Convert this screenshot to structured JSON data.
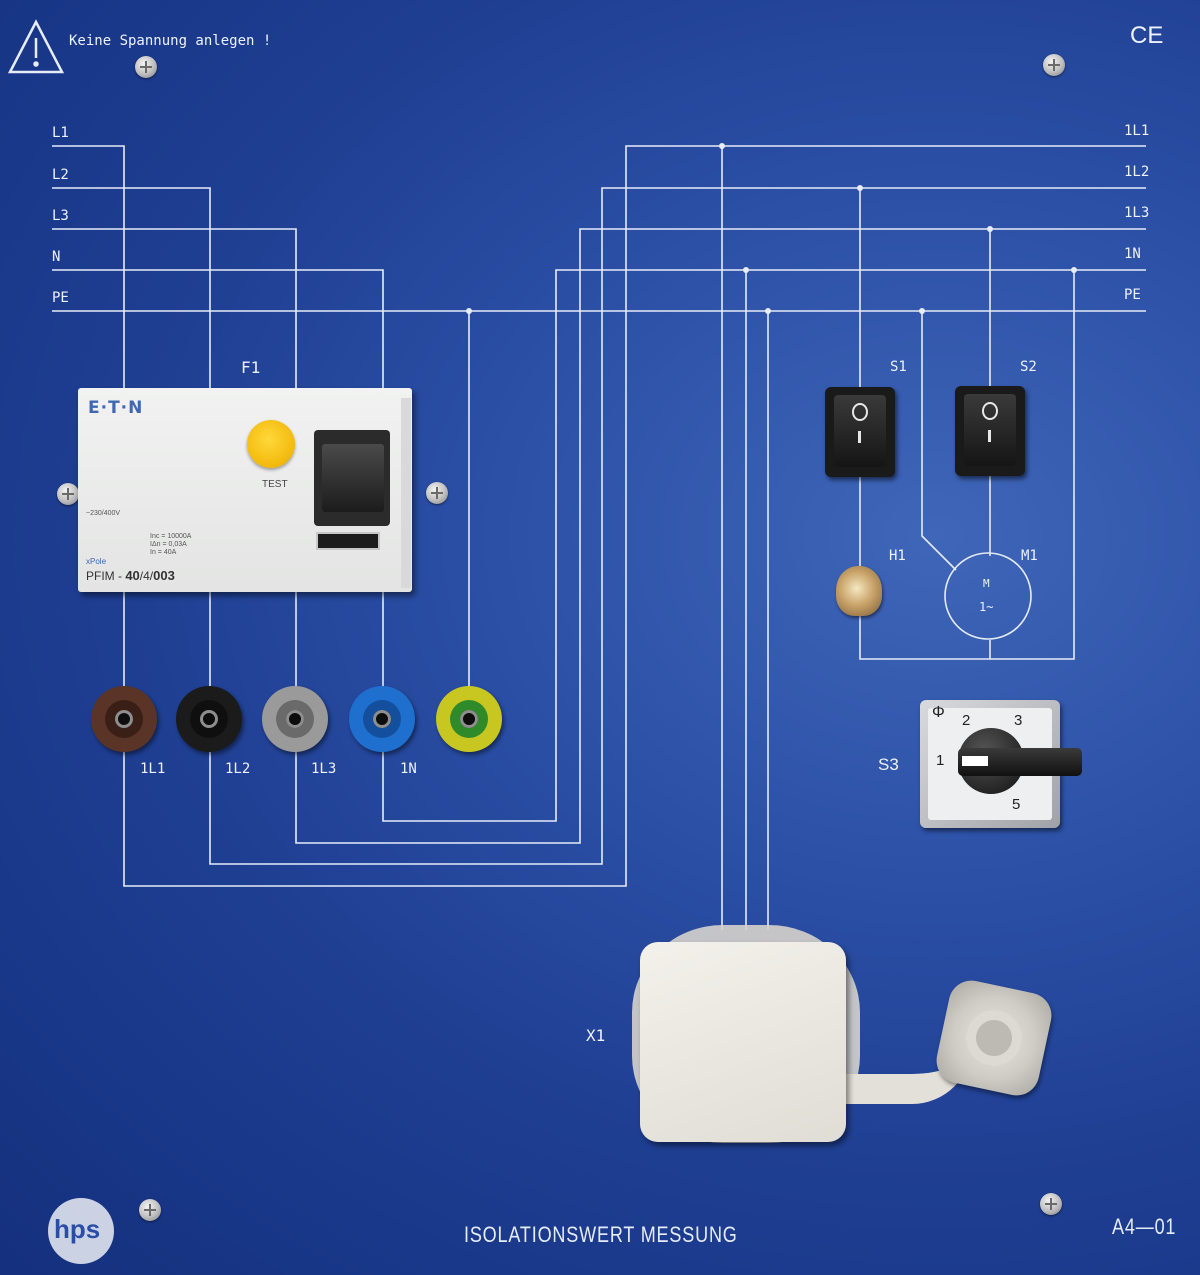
{
  "warning": {
    "text": "Keine Spannung anlegen !",
    "icon": "warning-triangle-icon"
  },
  "ce_mark": "CE",
  "input_lines": [
    "L1",
    "L2",
    "L3",
    "N",
    "PE"
  ],
  "output_lines": [
    "1L1",
    "1L2",
    "1L3",
    "1N",
    "PE"
  ],
  "breaker": {
    "label": "F1",
    "brand": "E·T·N",
    "test": "TEST",
    "voltage": "~230/400V",
    "rating_1": "Inc = 10000A",
    "rating_2": "IΔn = 0,03A",
    "rating_3": "In = 40A",
    "series": "xPole",
    "model_prefix": "PFIM - ",
    "model_main": "40",
    "model_mid": "/4/",
    "model_suffix": "003"
  },
  "sockets": [
    {
      "label": "1L1",
      "color": "#5a3426",
      "ring": "#3a1f16"
    },
    {
      "label": "1L2",
      "color": "#1b1b1b",
      "ring": "#0f0f0f"
    },
    {
      "label": "1L3",
      "color": "#9a9a9a",
      "ring": "#6a6a6a"
    },
    {
      "label": "1N",
      "color": "#1f6fcf",
      "ring": "#144f9e"
    },
    {
      "label": "",
      "color": "#c8c620",
      "ring": "#2f8a2a"
    }
  ],
  "switches": {
    "s1": "S1",
    "s2": "S2",
    "s3": "S3"
  },
  "lamp": "H1",
  "motor": {
    "label": "M1",
    "symbol_top": "M",
    "symbol_bottom": "1~"
  },
  "rotary": {
    "phi": "Φ",
    "pos_1": "1",
    "pos_2": "2",
    "pos_3": "3",
    "pos_5": "5"
  },
  "junction": "X1",
  "logo": "hps",
  "title": "ISOLATIONSWERT MESSUNG",
  "code": "A4—01",
  "colors": {
    "panel": "#1f3f93",
    "wire": "#e6ecf8"
  }
}
